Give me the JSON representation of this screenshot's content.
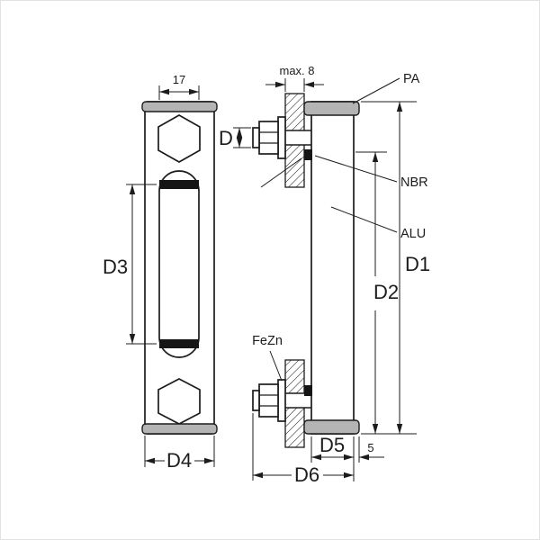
{
  "drawing": {
    "type": "technical-drawing-oil-level-gauge",
    "background": "#ffffff",
    "line_color": "#1c1c1c",
    "cap_fill": "#b4b4b4",
    "seal_fill": "#151515",
    "front_view": {
      "slot_width_label": "17",
      "d3_label": "D3",
      "d4_label": "D4"
    },
    "side_view": {
      "wall_label": "max. 8",
      "thread_label": "D",
      "pa_label": "PA",
      "nbr_label": "NBR",
      "alu_label": "ALU",
      "fezn_label": "FeZn",
      "d1_label": "D1",
      "d2_label": "D2",
      "d5_label": "D5",
      "overhang_label": "5",
      "d6_label": "D6"
    }
  }
}
